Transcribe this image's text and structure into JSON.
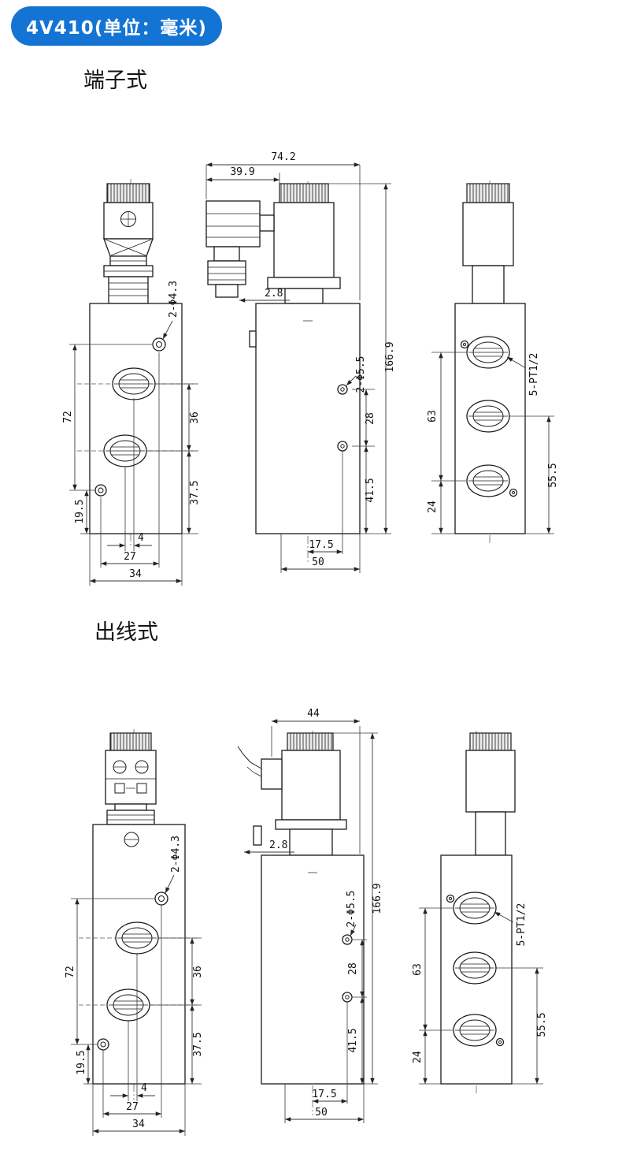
{
  "badge": {
    "label": "4V410(单位：毫米)"
  },
  "sections": [
    {
      "title": "端子式",
      "dims": {
        "top_dim1": "74.2",
        "top_dim2": "39.9",
        "mount_hole": "2-Φ4.3",
        "gap": "2.8",
        "side_hole": "2-Φ5.5",
        "overall_height": "166.9",
        "hole_span": "72",
        "port_span": "36",
        "port_bottom": "37.5",
        "hole_bottom": "19.5",
        "port_offset": "4",
        "hole_width": "27",
        "body_width": "34",
        "side_hole_span": "28",
        "side_hole_bottom": "41.5",
        "side_hole_x": "17.5",
        "side_width": "50",
        "back_port_span": "63",
        "back_bottom": "24",
        "back_span": "55.5",
        "thread": "5-PT1/2"
      }
    },
    {
      "title": "出线式",
      "dims": {
        "top_dim1": "44",
        "mount_hole": "2-Φ4.3",
        "gap": "2.8",
        "side_hole": "2-Φ5.5",
        "overall_height": "166.9",
        "hole_span": "72",
        "port_span": "36",
        "port_bottom": "37.5",
        "hole_bottom": "19.5",
        "port_offset": "4",
        "hole_width": "27",
        "body_width": "34",
        "side_hole_span": "28",
        "side_hole_bottom": "41.5",
        "side_hole_x": "17.5",
        "side_width": "50",
        "back_port_span": "63",
        "back_bottom": "24",
        "back_span": "55.5",
        "thread": "5-PT1/2"
      }
    }
  ]
}
